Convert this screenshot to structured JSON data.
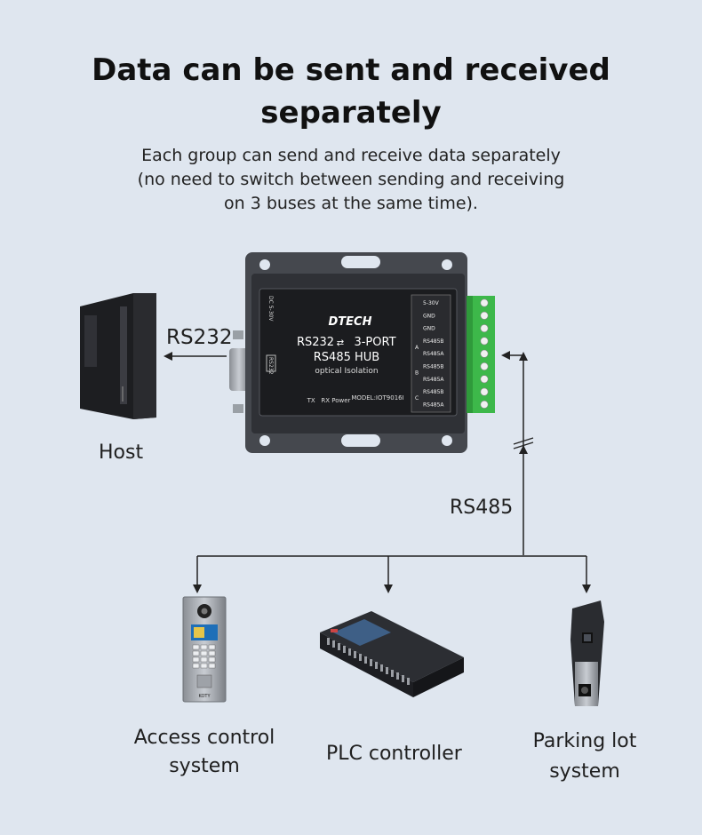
{
  "heading": {
    "line1": "Data can be sent and received",
    "line2": "separately"
  },
  "description": {
    "line1": "Each group can send and receive data separately",
    "line2": "(no need to switch between sending and receiving",
    "line3": "on 3 buses at the same time)."
  },
  "labels": {
    "rs232": "RS232",
    "rs485": "RS485",
    "host": "Host",
    "access_line1": "Access control",
    "access_line2": "system",
    "plc": "PLC controller",
    "parking_line1": "Parking lot",
    "parking_line2": "system"
  },
  "device": {
    "brand": "DTECH",
    "model_line1": "RS232",
    "model_line1b": "3-PORT",
    "model_line2": "RS485 HUB",
    "isolation": "optical Isolation",
    "model_number": "MODEL:IOT9016I",
    "leds": "TX   RX Power",
    "power_label": "DC 5-30V",
    "rs232_label": "RS232",
    "terminals": [
      "5-30V",
      "GND",
      "GND",
      "RS485B",
      "RS485A",
      "RS485B",
      "RS485A",
      "RS485B",
      "RS485A"
    ],
    "groups": [
      "A",
      "B",
      "C"
    ]
  },
  "access_panel": {
    "brand": "KOTY"
  },
  "colors": {
    "background": "#dfe6ef",
    "device_body": "#3a3d42",
    "terminal_green": "#3db84a",
    "arrow": "#222222"
  }
}
